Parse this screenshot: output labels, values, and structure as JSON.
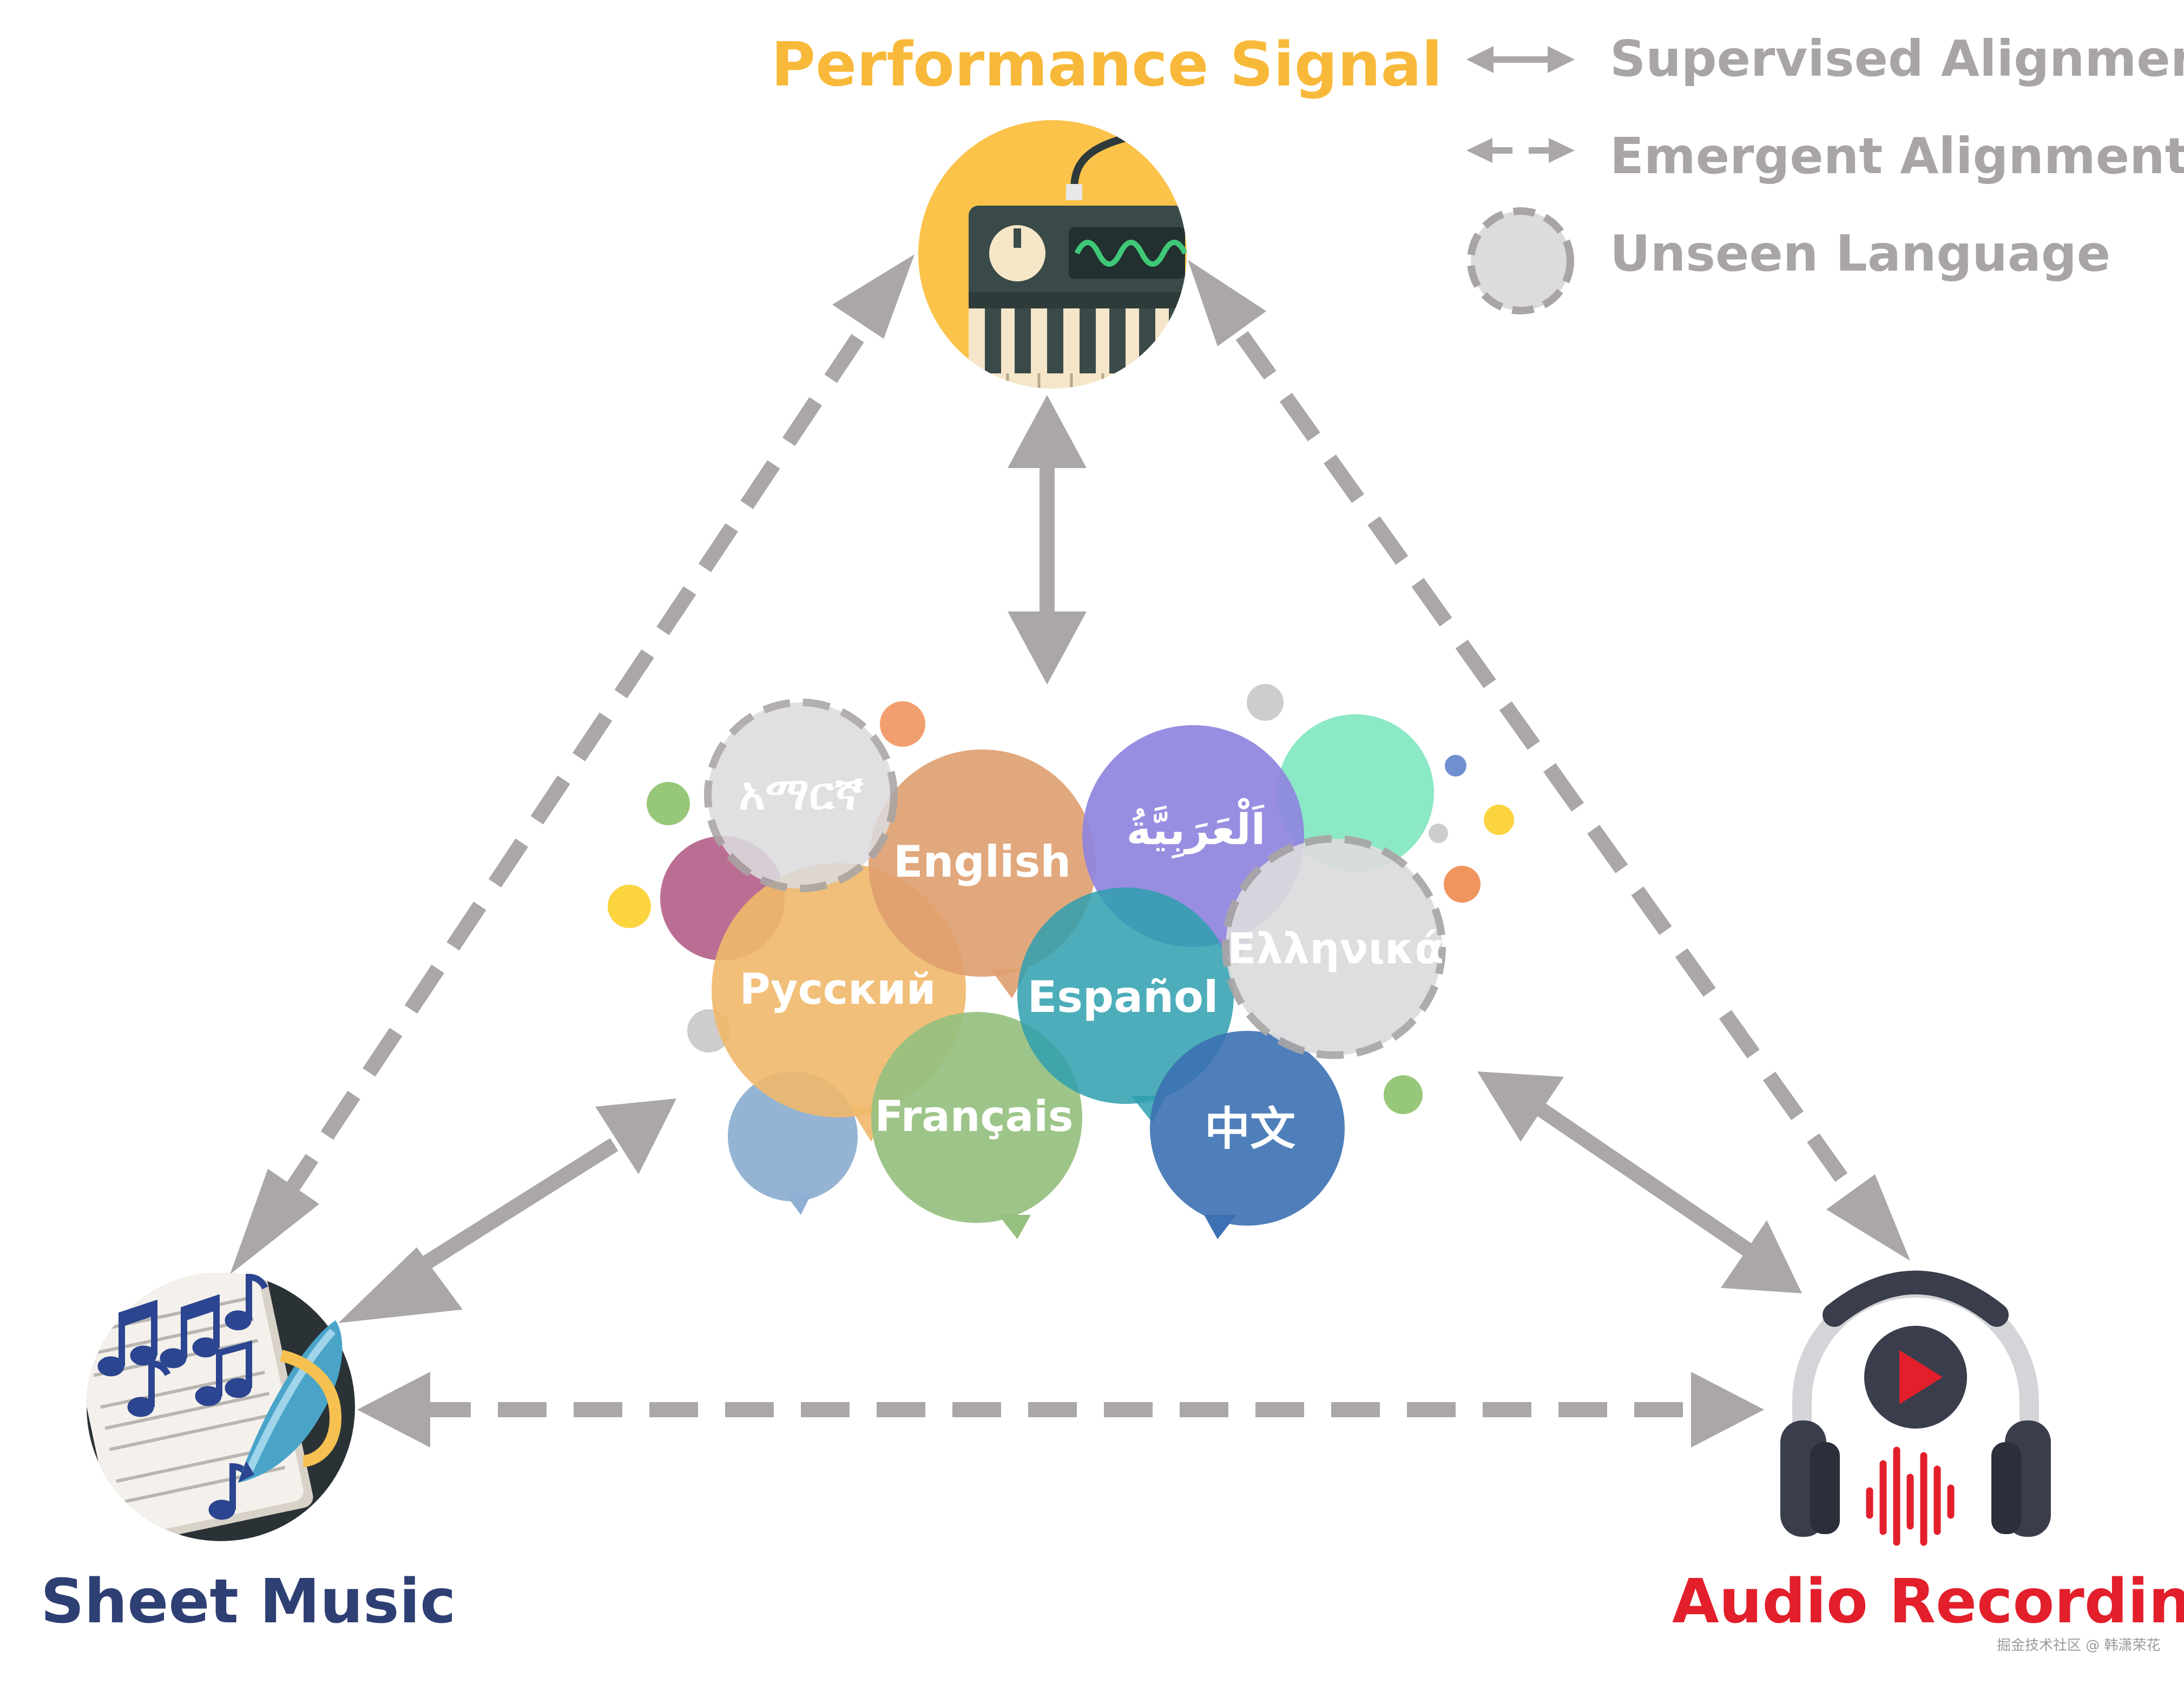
{
  "nodes": {
    "performance": {
      "label": "Performance Signal",
      "color": "#f8b93a"
    },
    "sheet": {
      "label": "Sheet Music",
      "color": "#2e3f73"
    },
    "audio": {
      "label": "Audio Recording",
      "color": "#e21f2b"
    }
  },
  "legend": {
    "supervised": "Supervised Alignment",
    "emergent": "Emergent Alignment",
    "unseen": "Unseen Language",
    "color": "#a9a5a5"
  },
  "languages": {
    "amharic": "አማርኛ",
    "english": "English",
    "arabic": "اَلْعَرَبِيَّةُ",
    "russian": "Русский",
    "spanish": "Español",
    "greek": "Ελληνικά",
    "french": "Français",
    "chinese": "中文"
  },
  "watermark": "掘金技术社区 @ 韩潇荣花",
  "icons": {
    "performance": "synthesizer-keyboard-icon",
    "sheet": "sheet-music-pen-icon",
    "audio": "headphones-play-icon"
  },
  "arrow_color": "#aba7a7"
}
